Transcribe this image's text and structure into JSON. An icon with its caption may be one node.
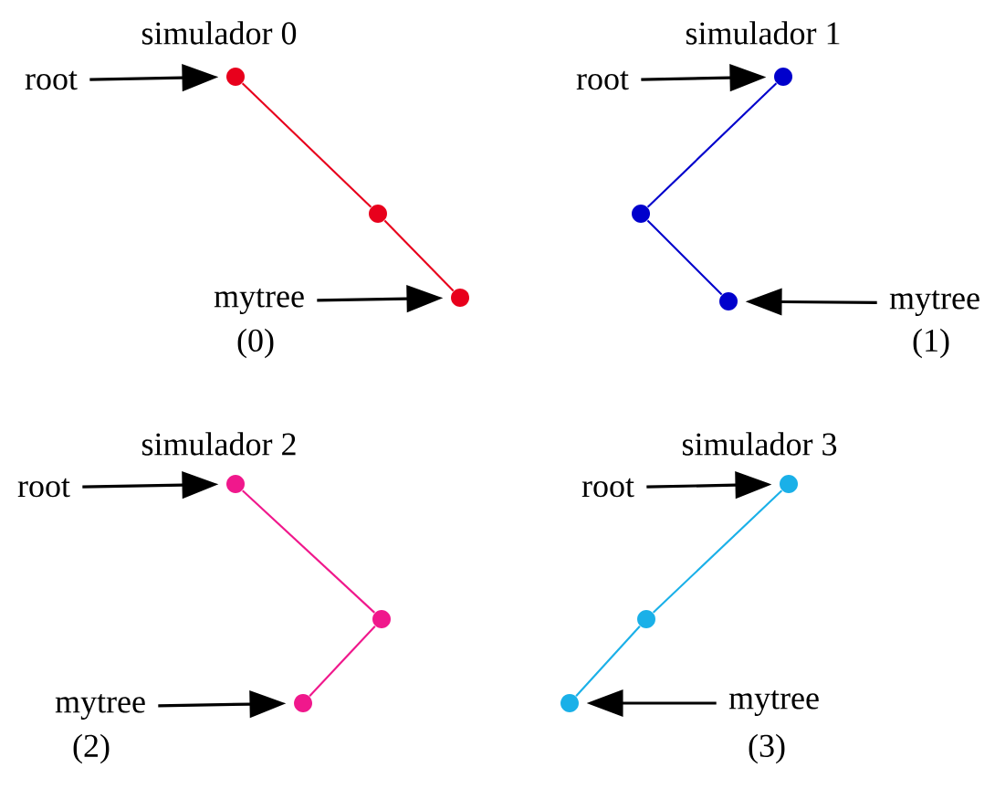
{
  "diagram": {
    "nodes": [
      {
        "text": [
          "root"
        ]
      },
      {
        "text": [],
        "shape": "circle"
      },
      {
        "text": [],
        "shape": "circle"
      },
      {
        "text": [],
        "shape": "circle"
      },
      {
        "text": [
          "mytree"
        ]
      },
      {
        "text": [
          "root"
        ]
      },
      {
        "text": [],
        "shape": "circle"
      },
      {
        "text": [],
        "shape": "circle"
      },
      {
        "text": [],
        "shape": "circle"
      },
      {
        "text": [
          "mytree"
        ]
      },
      {
        "text": [
          "root"
        ]
      },
      {
        "text": [],
        "shape": "circle"
      },
      {
        "text": [],
        "shape": "circle"
      },
      {
        "text": [],
        "shape": "circle"
      },
      {
        "text": [
          "mytree"
        ]
      },
      {
        "text": [
          "root"
        ]
      },
      {
        "text": [],
        "shape": "circle"
      },
      {
        "text": [],
        "shape": "circle"
      },
      {
        "text": [],
        "shape": "circle"
      },
      {
        "text": [
          "mytree"
        ]
      }
    ],
    "edges": [
      {
        "from": 0,
        "to": 1,
        "arrow": "to"
      },
      {
        "from": 1,
        "to": 2,
        "arrow": "none",
        "color": "#e8001c"
      },
      {
        "from": 2,
        "to": 3,
        "arrow": "none",
        "color": "#e8001c"
      },
      {
        "from": 4,
        "to": 3,
        "arrow": "to"
      },
      {
        "from": 5,
        "to": 6,
        "arrow": "to"
      },
      {
        "from": 6,
        "to": 7,
        "arrow": "none",
        "color": "#0000cc"
      },
      {
        "from": 7,
        "to": 8,
        "arrow": "none",
        "color": "#0000cc"
      },
      {
        "from": 9,
        "to": 8,
        "arrow": "to"
      },
      {
        "from": 10,
        "to": 11,
        "arrow": "to"
      },
      {
        "from": 11,
        "to": 12,
        "arrow": "none",
        "color": "#f0188c"
      },
      {
        "from": 12,
        "to": 13,
        "arrow": "none",
        "color": "#f0188c"
      },
      {
        "from": 14,
        "to": 13,
        "arrow": "to"
      },
      {
        "from": 15,
        "to": 16,
        "arrow": "to"
      },
      {
        "from": 16,
        "to": 17,
        "arrow": "none",
        "color": "#1ab0e8"
      },
      {
        "from": 17,
        "to": 18,
        "arrow": "none",
        "color": "#1ab0e8"
      },
      {
        "from": 19,
        "to": 18,
        "arrow": "to"
      }
    ],
    "labels": [
      "simulador 0",
      "simulador 1",
      "(0)",
      "(1)",
      "simulador 2",
      "simulador 3",
      "(2)",
      "(3)"
    ]
  }
}
